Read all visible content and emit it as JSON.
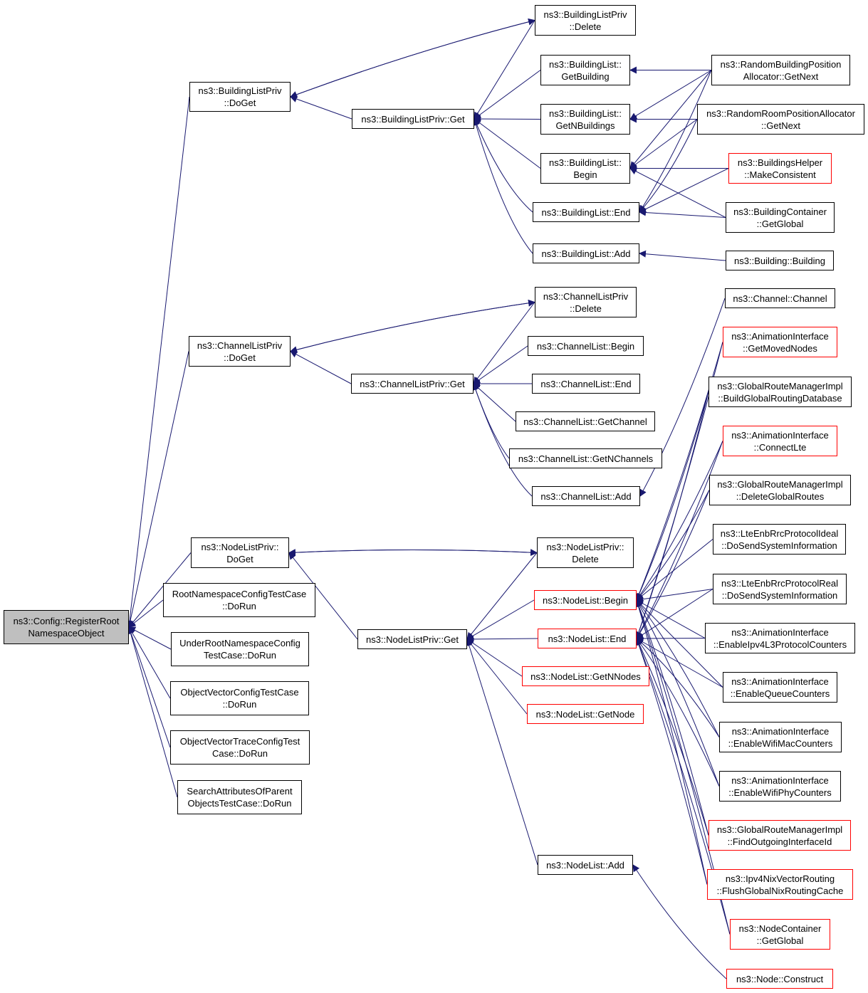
{
  "diagram": {
    "colors": {
      "edge": "#191970",
      "node_border": "#000000",
      "truncated_border": "#ff0000",
      "root_fill": "#bfbfbf"
    },
    "nodes": [
      {
        "id": "root",
        "lines": [
          "ns3::Config::RegisterRoot",
          "NamespaceObject"
        ],
        "style": "root"
      },
      {
        "id": "blp_doget",
        "lines": [
          "ns3::BuildingListPriv",
          "::DoGet"
        ]
      },
      {
        "id": "blp_delete",
        "lines": [
          "ns3::BuildingListPriv",
          "::Delete"
        ]
      },
      {
        "id": "blp_get",
        "lines": [
          "ns3::BuildingListPriv::Get"
        ]
      },
      {
        "id": "bl_getbuilding",
        "lines": [
          "ns3::BuildingList::",
          "GetBuilding"
        ]
      },
      {
        "id": "bl_getnbuildings",
        "lines": [
          "ns3::BuildingList::",
          "GetNBuildings"
        ]
      },
      {
        "id": "bl_begin",
        "lines": [
          "ns3::BuildingList::",
          "Begin"
        ]
      },
      {
        "id": "bl_end",
        "lines": [
          "ns3::BuildingList::End"
        ]
      },
      {
        "id": "bl_add",
        "lines": [
          "ns3::BuildingList::Add"
        ]
      },
      {
        "id": "rbpa",
        "lines": [
          "ns3::RandomBuildingPosition",
          "Allocator::GetNext"
        ]
      },
      {
        "id": "rrpa",
        "lines": [
          "ns3::RandomRoomPositionAllocator",
          "::GetNext"
        ]
      },
      {
        "id": "bh_mc",
        "lines": [
          "ns3::BuildingsHelper",
          "::MakeConsistent"
        ],
        "style": "red"
      },
      {
        "id": "bc_gg",
        "lines": [
          "ns3::BuildingContainer",
          "::GetGlobal"
        ]
      },
      {
        "id": "b_b",
        "lines": [
          "ns3::Building::Building"
        ]
      },
      {
        "id": "clp_doget",
        "lines": [
          "ns3::ChannelListPriv",
          "::DoGet"
        ]
      },
      {
        "id": "clp_delete",
        "lines": [
          "ns3::ChannelListPriv",
          "::Delete"
        ]
      },
      {
        "id": "clp_get",
        "lines": [
          "ns3::ChannelListPriv::Get"
        ]
      },
      {
        "id": "cl_begin",
        "lines": [
          "ns3::ChannelList::Begin"
        ]
      },
      {
        "id": "cl_end",
        "lines": [
          "ns3::ChannelList::End"
        ]
      },
      {
        "id": "cl_getchannel",
        "lines": [
          "ns3::ChannelList::GetChannel"
        ]
      },
      {
        "id": "cl_getnchannels",
        "lines": [
          "ns3::ChannelList::GetNChannels"
        ]
      },
      {
        "id": "cl_add",
        "lines": [
          "ns3::ChannelList::Add"
        ]
      },
      {
        "id": "ch_ch",
        "lines": [
          "ns3::Channel::Channel"
        ]
      },
      {
        "id": "ai_gmn",
        "lines": [
          "ns3::AnimationInterface",
          "::GetMovedNodes"
        ],
        "style": "red"
      },
      {
        "id": "grm_bgrd",
        "lines": [
          "ns3::GlobalRouteManagerImpl",
          "::BuildGlobalRoutingDatabase"
        ]
      },
      {
        "id": "ai_clte",
        "lines": [
          "ns3::AnimationInterface",
          "::ConnectLte"
        ],
        "style": "red"
      },
      {
        "id": "grm_dgr",
        "lines": [
          "ns3::GlobalRouteManagerImpl",
          "::DeleteGlobalRoutes"
        ]
      },
      {
        "id": "lte_ideal",
        "lines": [
          "ns3::LteEnbRrcProtocolIdeal",
          "::DoSendSystemInformation"
        ]
      },
      {
        "id": "lte_real",
        "lines": [
          "ns3::LteEnbRrcProtocolReal",
          "::DoSendSystemInformation"
        ]
      },
      {
        "id": "ai_ipv4",
        "lines": [
          "ns3::AnimationInterface",
          "::EnableIpv4L3ProtocolCounters"
        ]
      },
      {
        "id": "ai_queue",
        "lines": [
          "ns3::AnimationInterface",
          "::EnableQueueCounters"
        ]
      },
      {
        "id": "ai_wmac",
        "lines": [
          "ns3::AnimationInterface",
          "::EnableWifiMacCounters"
        ]
      },
      {
        "id": "ai_wphy",
        "lines": [
          "ns3::AnimationInterface",
          "::EnableWifiPhyCounters"
        ]
      },
      {
        "id": "grm_foi",
        "lines": [
          "ns3::GlobalRouteManagerImpl",
          "::FindOutgoingInterfaceId"
        ],
        "style": "red"
      },
      {
        "id": "nix_flush",
        "lines": [
          "ns3::Ipv4NixVectorRouting",
          "::FlushGlobalNixRoutingCache"
        ],
        "style": "red"
      },
      {
        "id": "nc_gg",
        "lines": [
          "ns3::NodeContainer",
          "::GetGlobal"
        ],
        "style": "red"
      },
      {
        "id": "node_construct",
        "lines": [
          "ns3::Node::Construct"
        ],
        "style": "red"
      },
      {
        "id": "nlp_doget",
        "lines": [
          "ns3::NodeListPriv::",
          "DoGet"
        ]
      },
      {
        "id": "nlp_delete",
        "lines": [
          "ns3::NodeListPriv::",
          "Delete"
        ]
      },
      {
        "id": "nlp_get",
        "lines": [
          "ns3::NodeListPriv::Get"
        ]
      },
      {
        "id": "nl_begin",
        "lines": [
          "ns3::NodeList::Begin"
        ],
        "style": "red"
      },
      {
        "id": "nl_end",
        "lines": [
          "ns3::NodeList::End"
        ],
        "style": "red"
      },
      {
        "id": "nl_getnnodes",
        "lines": [
          "ns3::NodeList::GetNNodes"
        ],
        "style": "red"
      },
      {
        "id": "nl_getnode",
        "lines": [
          "ns3::NodeList::GetNode"
        ],
        "style": "red"
      },
      {
        "id": "nl_add",
        "lines": [
          "ns3::NodeList::Add"
        ]
      },
      {
        "id": "rnct",
        "lines": [
          "RootNamespaceConfigTestCase",
          "::DoRun"
        ]
      },
      {
        "id": "urnct",
        "lines": [
          "UnderRootNamespaceConfig",
          "TestCase::DoRun"
        ]
      },
      {
        "id": "ovct",
        "lines": [
          "ObjectVectorConfigTestCase",
          "::DoRun"
        ]
      },
      {
        "id": "ovtct",
        "lines": [
          "ObjectVectorTraceConfigTest",
          "Case::DoRun"
        ]
      },
      {
        "id": "sapo",
        "lines": [
          "SearchAttributesOfParent",
          "ObjectsTestCase::DoRun"
        ]
      }
    ]
  }
}
